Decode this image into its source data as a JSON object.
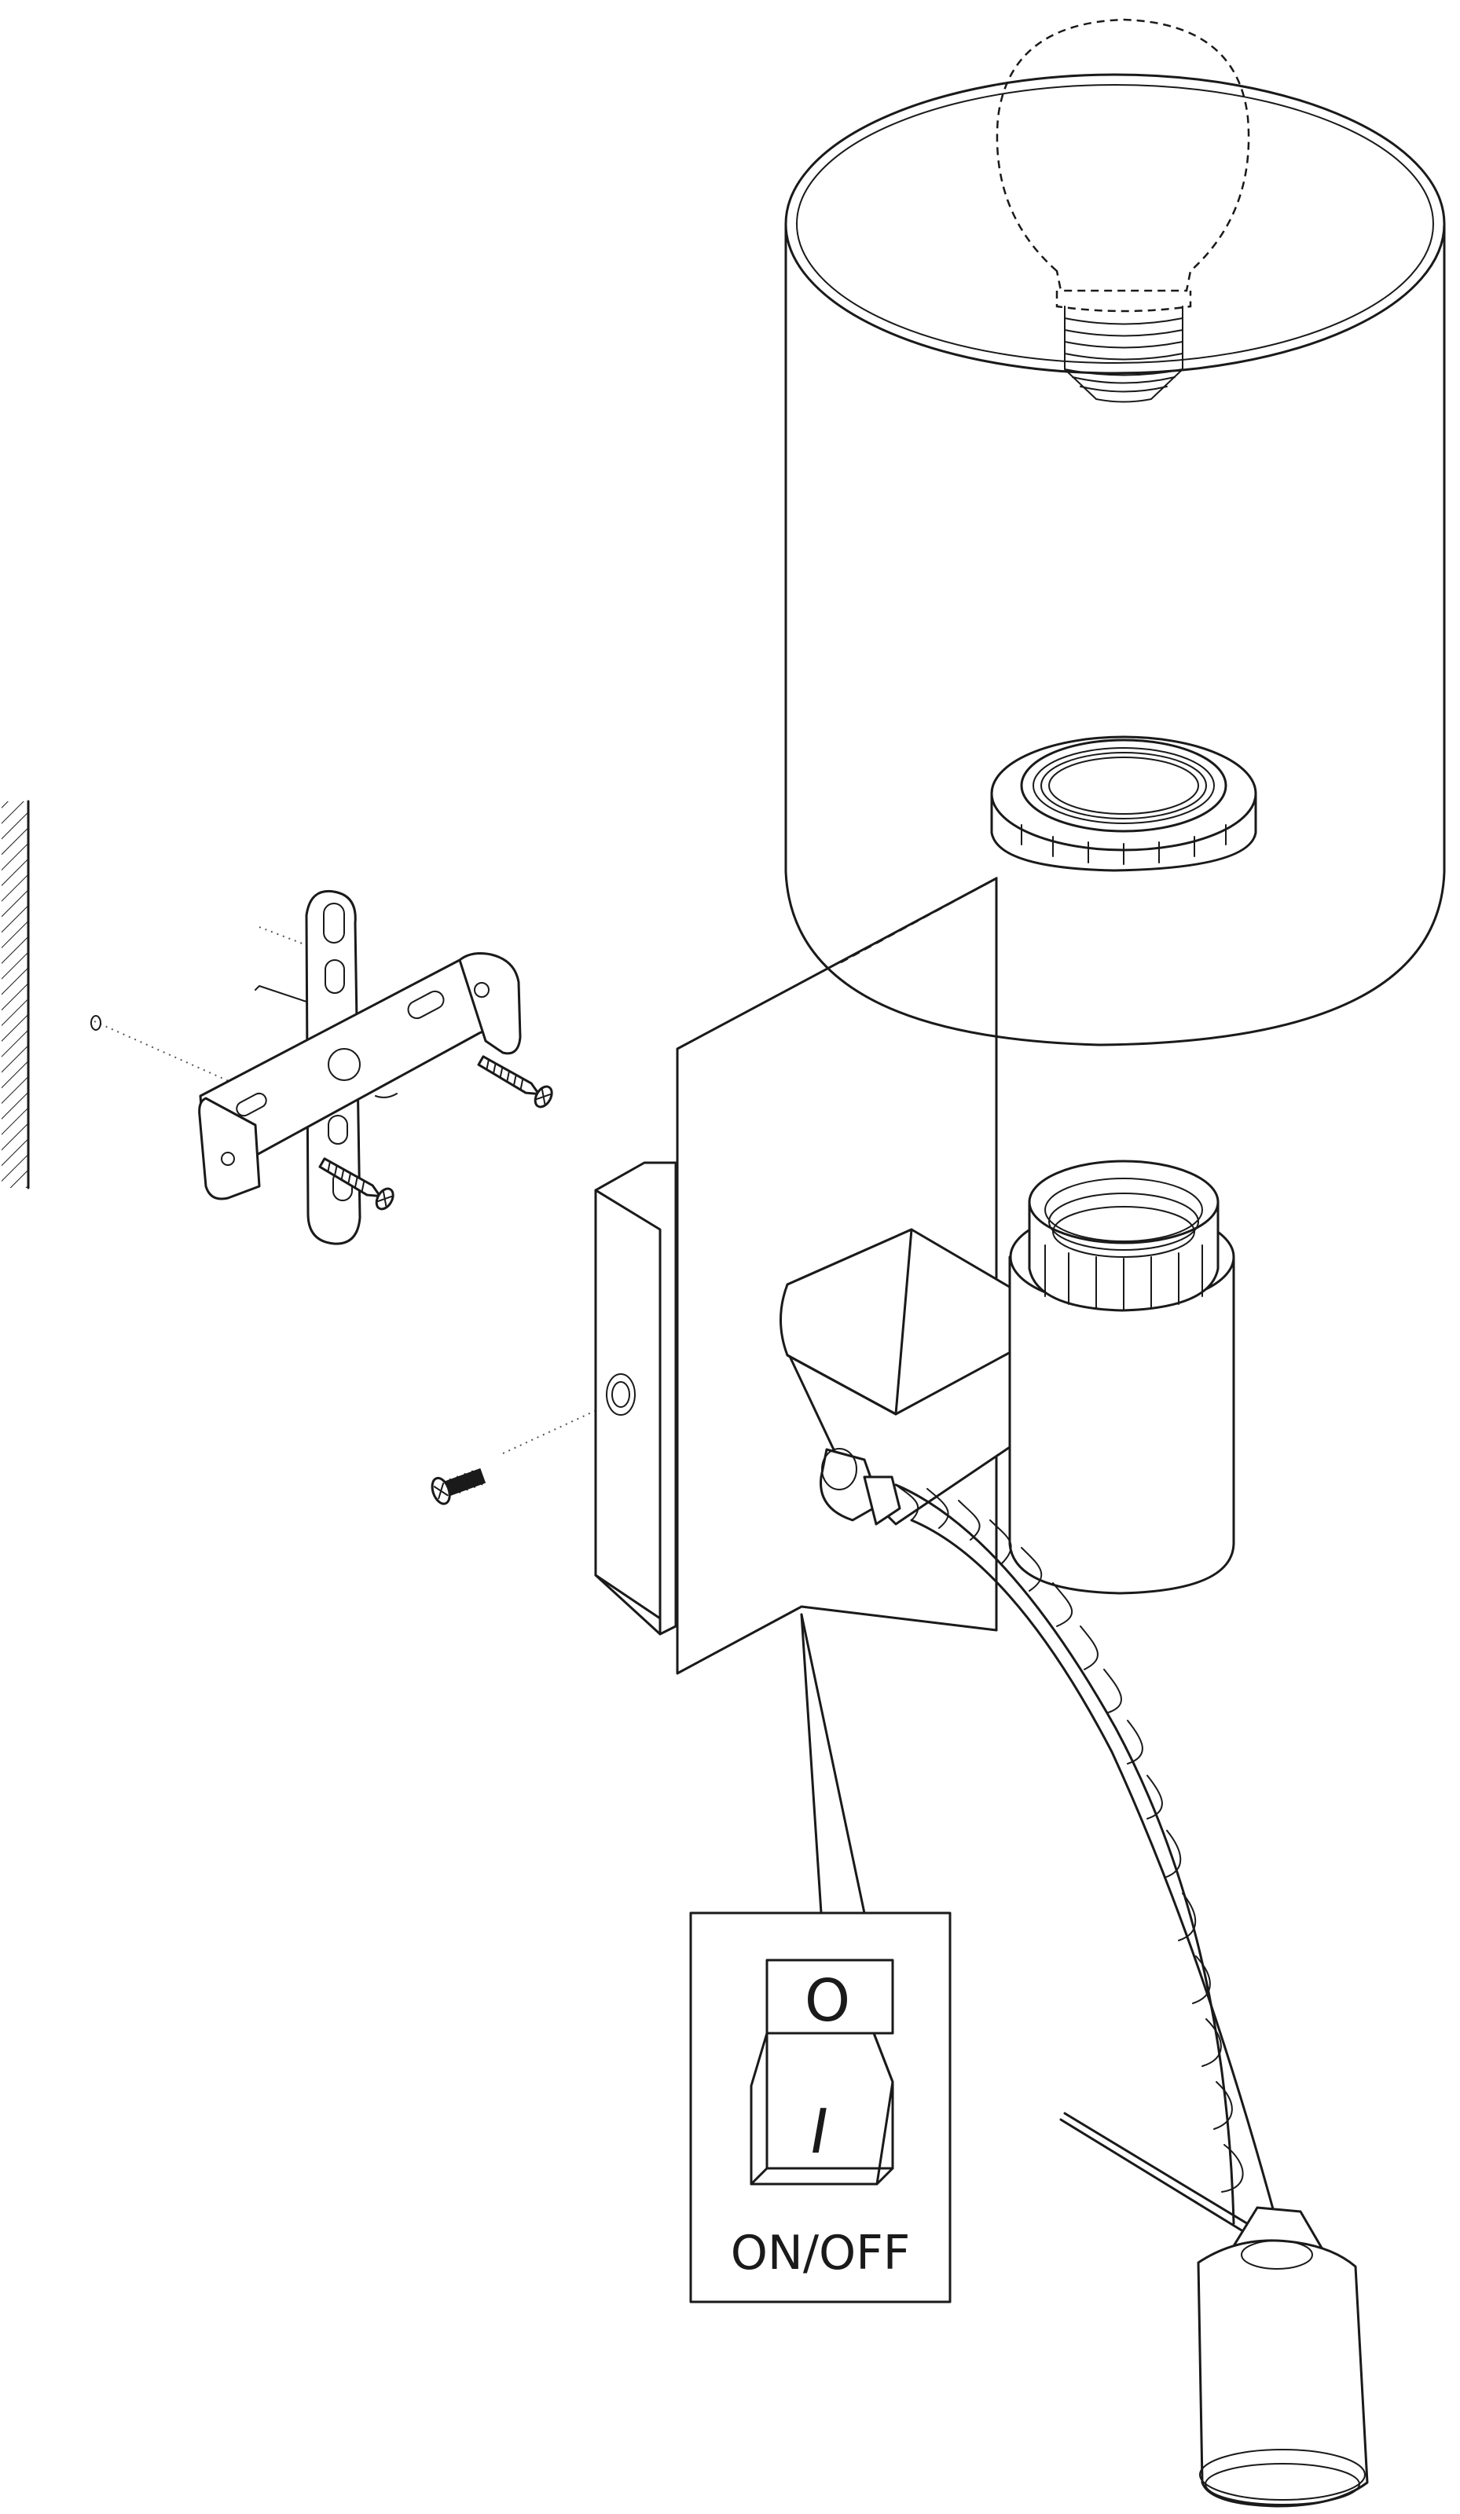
{
  "switch_detail": {
    "symbol_off": "O",
    "symbol_on": "I",
    "label": "ON/OFF"
  },
  "parts": {
    "wall": "wall-hatch",
    "bracket": "mounting-bracket",
    "screws": "wood-screw",
    "backplate": "wall-backplate",
    "shade": "cylindrical-lampshade",
    "bulb": "light-bulb",
    "socket": "lamp-socket",
    "gooseneck": "flexible-arm",
    "reading_light": "reading-lamp-head"
  },
  "colors": {
    "line": "#1a1a1a",
    "background": "#ffffff"
  }
}
